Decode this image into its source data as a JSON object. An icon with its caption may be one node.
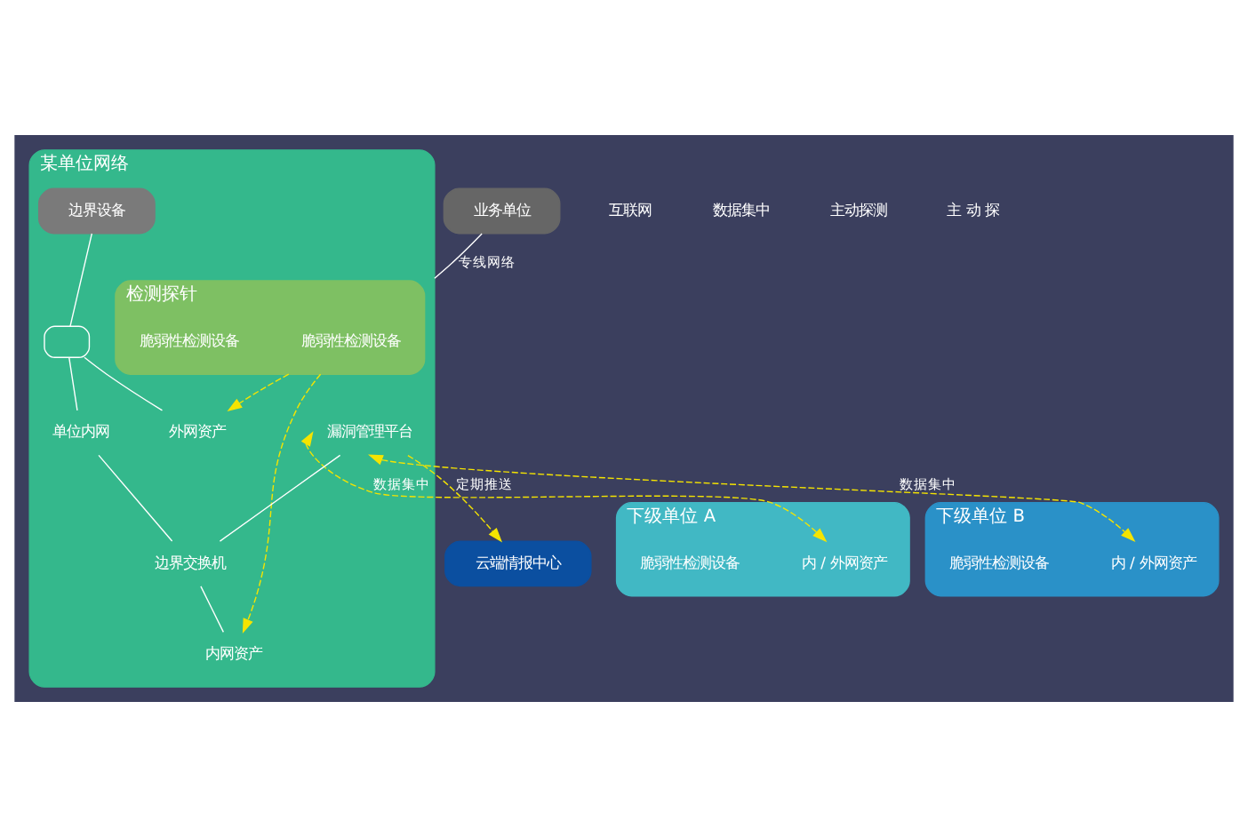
{
  "diagram": {
    "nodes": [
      {
        "text": [
          "云端情报中心"
        ]
      },
      {
        "text": [
          "业务单位"
        ]
      },
      {
        "text": [
          "下级单位 A"
        ]
      },
      {
        "text": [
          "内 / 外网资产"
        ],
        "in": 2
      },
      {
        "text": [
          "脆弱性检测设备"
        ],
        "in": 2
      },
      {
        "text": [
          "下级单位 B"
        ]
      },
      {
        "text": [
          "内 / 外网资产"
        ],
        "in": 5
      },
      {
        "text": [
          "脆弱性检测设备"
        ],
        "in": 5
      },
      {
        "text": [
          "某单位网络"
        ]
      },
      {
        "text": [
          "检测探针"
        ],
        "in": 8
      },
      {
        "text": [
          "脆弱性检测设备"
        ],
        "in": 9
      },
      {
        "text": [
          "脆弱性检测设备"
        ],
        "in": 9
      },
      {
        "text": [
          "漏洞管理平台"
        ],
        "in": 8
      },
      {
        "text": [
          "边界设备"
        ],
        "in": 8
      },
      {
        "text": [],
        "shape": "box",
        "in": 8
      },
      {
        "text": [
          "外网资产"
        ],
        "in": 8
      },
      {
        "text": [
          "单位内网"
        ],
        "in": 8
      },
      {
        "text": [
          "边界交换机"
        ],
        "in": 8
      },
      {
        "text": [
          "内网资产"
        ],
        "in": 8
      }
    ],
    "edges": [
      {
        "from": 12,
        "to": 0,
        "arrow": "to",
        "label": "定期推送",
        "style": "dashed",
        "color": "#f5e400"
      },
      {
        "from": 1,
        "to": 8,
        "arrow": "none",
        "label": "专线网络"
      },
      {
        "from": 12,
        "to": 3,
        "arrow": "both",
        "label": "数据集中",
        "style": "dashed",
        "color": "#f5e400"
      },
      {
        "from": 12,
        "to": 6,
        "arrow": "both",
        "label": "数据集中",
        "style": "dashed",
        "color": "#f5e400"
      },
      {
        "from": 9,
        "to": 15,
        "arrow": "to",
        "style": "dashed",
        "color": "#f5e400"
      },
      {
        "from": 9,
        "to": 18,
        "arrow": "to",
        "style": "dashed",
        "color": "#f5e400"
      },
      {
        "from": 13,
        "to": 14,
        "arrow": "none"
      },
      {
        "from": 14,
        "to": 15,
        "arrow": "none"
      },
      {
        "from": 14,
        "to": 16,
        "arrow": "none"
      },
      {
        "from": 16,
        "to": 17,
        "arrow": "none"
      },
      {
        "from": 12,
        "to": 17,
        "arrow": "none"
      },
      {
        "from": 17,
        "to": 18,
        "arrow": "none"
      }
    ],
    "labels": [
      "互联网",
      "数据集中",
      "主动探测",
      "主 动 探"
    ]
  }
}
